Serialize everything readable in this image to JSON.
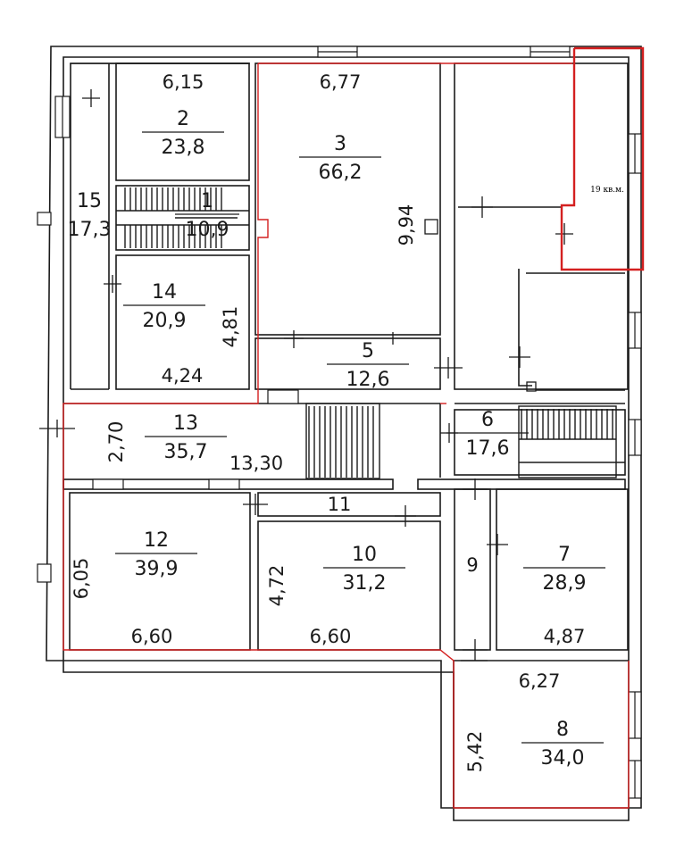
{
  "plan": {
    "highlight_color": "#d42020",
    "wall_color": "#1a1a1a",
    "rooms": [
      {
        "id": "r2",
        "number": "2",
        "area": "23,8"
      },
      {
        "id": "r3",
        "number": "3",
        "area": "66,2"
      },
      {
        "id": "r1",
        "number": "1",
        "area": "10,9"
      },
      {
        "id": "r15",
        "number": "15",
        "area": "17,3"
      },
      {
        "id": "r14",
        "number": "14",
        "area": "20,9"
      },
      {
        "id": "r5",
        "number": "5",
        "area": "12,6"
      },
      {
        "id": "r13",
        "number": "13",
        "area": "35,7"
      },
      {
        "id": "r6",
        "number": "6",
        "area": "17,6"
      },
      {
        "id": "r12",
        "number": "12",
        "area": "39,9"
      },
      {
        "id": "r10",
        "number": "10",
        "area": "31,2"
      },
      {
        "id": "r7",
        "number": "7",
        "area": "28,9"
      },
      {
        "id": "r8",
        "number": "8",
        "area": "34,0"
      }
    ],
    "room_numbers_only": [
      {
        "id": "r11",
        "number": "11"
      },
      {
        "id": "r9",
        "number": "9"
      }
    ],
    "dimensions": {
      "d615": "6,15",
      "d677": "6,77",
      "d994": "9,94",
      "d481": "4,81",
      "d424": "4,24",
      "d270": "2,70",
      "d1330": "13,30",
      "d605": "6,05",
      "d660a": "6,60",
      "d472": "4,72",
      "d660b": "6,60",
      "d487": "4,87",
      "d627": "6,27",
      "d542": "5,42"
    },
    "highlight_note": "19 кв.м."
  }
}
